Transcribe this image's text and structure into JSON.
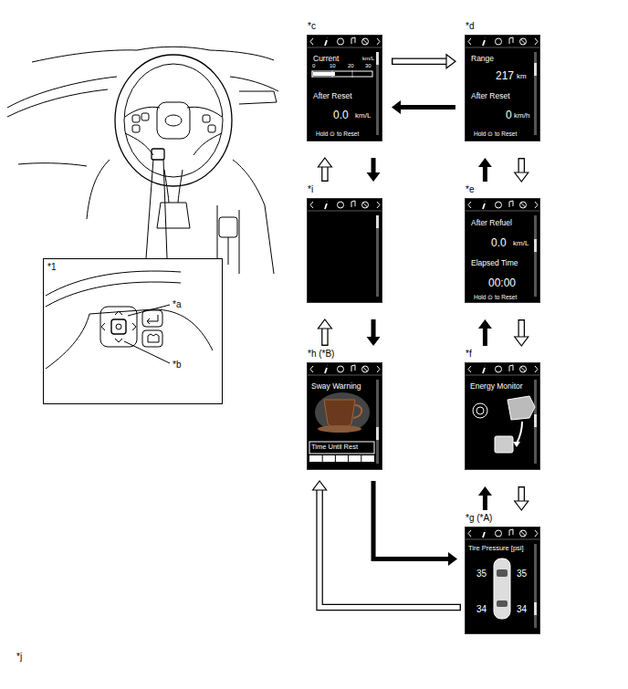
{
  "diagram": {
    "nodes": [
      {
        "text": [
          "*1",
          "*a",
          "*b"
        ]
      },
      {
        "text": [
          "*c",
          "Current",
          "km/L",
          "0",
          "10",
          "20",
          "30",
          "After Reset",
          "0.0",
          "km/L",
          "Hold ⊙ to Reset"
        ]
      },
      {
        "text": [
          "*d",
          "Range",
          "217",
          "km",
          "After Reset",
          "0",
          "km/h",
          "Hold ⊙ to Reset"
        ]
      },
      {
        "text": [
          "*i"
        ]
      },
      {
        "text": [
          "*e",
          "After Refuel",
          "0.0",
          "km/L",
          "Elapsed Time",
          "00:00",
          "Hold ⊙ to Reset"
        ]
      },
      {
        "text": [
          "*h (*B)",
          "Sway Warning",
          "Time Until Rest"
        ]
      },
      {
        "text": [
          "*f",
          "Energy Monitor"
        ]
      },
      {
        "text": [
          "*g (*A)",
          "Tire Pressure [psi]",
          "35",
          "35",
          "34",
          "34"
        ]
      }
    ],
    "edges": [
      {
        "from": 1,
        "to": 2,
        "arrow": "to"
      },
      {
        "from": 2,
        "to": 1,
        "arrow": "to"
      },
      {
        "from": 3,
        "to": 1,
        "arrow": "to"
      },
      {
        "from": 1,
        "to": 3,
        "arrow": "to"
      },
      {
        "from": 5,
        "to": 3,
        "arrow": "to"
      },
      {
        "from": 3,
        "to": 5,
        "arrow": "to"
      },
      {
        "from": 4,
        "to": 2,
        "arrow": "to"
      },
      {
        "from": 2,
        "to": 4,
        "arrow": "to"
      },
      {
        "from": 6,
        "to": 4,
        "arrow": "to"
      },
      {
        "from": 4,
        "to": 6,
        "arrow": "to"
      },
      {
        "from": 7,
        "to": 6,
        "arrow": "to"
      },
      {
        "from": 6,
        "to": 7,
        "arrow": "to"
      },
      {
        "from": 7,
        "to": 5,
        "arrow": "to"
      },
      {
        "from": 5,
        "to": 7,
        "arrow": "to"
      }
    ],
    "labels": [
      "*j"
    ]
  }
}
